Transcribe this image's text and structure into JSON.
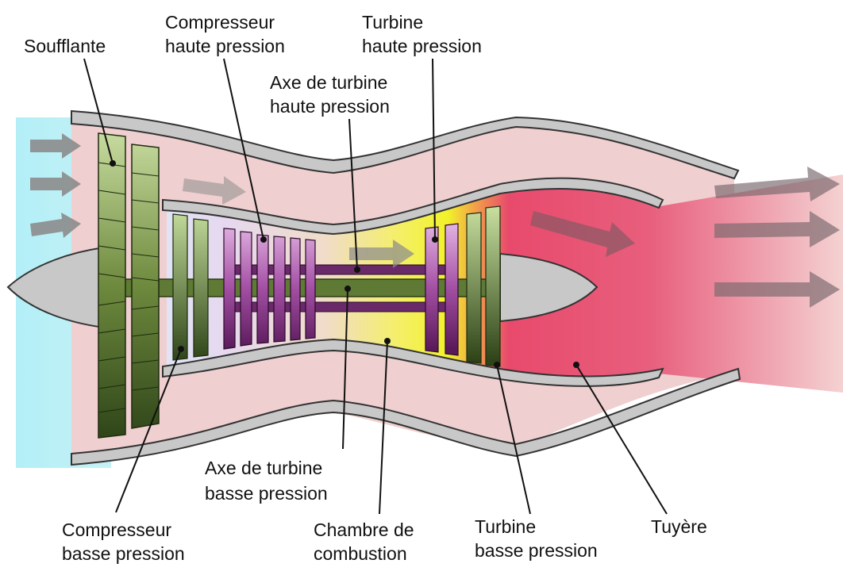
{
  "diagram": {
    "colors": {
      "intake": "#b8f0f6",
      "bypass": "#efcfcf",
      "lp_compressor": "#e6e0f2",
      "hp_compressor": "#b05ab0",
      "combustion": "#f2f230",
      "exhaust": "#e84a6c",
      "blade": "#6f8a45",
      "shaft": "#4f6c2c",
      "casing": "#c8c8c8",
      "arrow": "#8c8c8c"
    },
    "labels": {
      "soufflante": "Soufflante",
      "cp_haute_1": "Compresseur",
      "cp_haute_2": "haute pression",
      "turbine_haute_1": "Turbine",
      "turbine_haute_2": "haute pression",
      "axe_haute_1": "Axe de turbine",
      "axe_haute_2": "haute pression",
      "axe_basse_1": "Axe de turbine",
      "axe_basse_2": "basse pression",
      "cp_basse_1": "Compresseur",
      "cp_basse_2": "basse pression",
      "chambre_1": "Chambre de",
      "chambre_2": "combustion",
      "turbine_basse_1": "Turbine",
      "turbine_basse_2": "basse pression",
      "tuyere": "Tuyère"
    }
  }
}
